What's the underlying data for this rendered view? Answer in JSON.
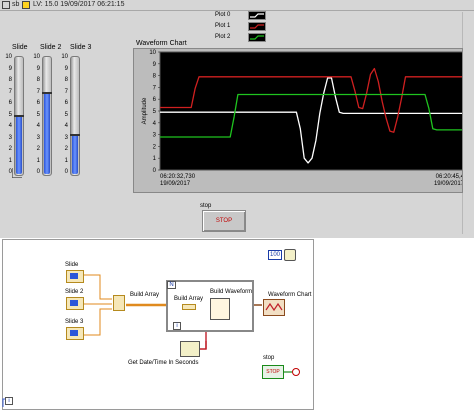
{
  "window": {
    "version_text": "LV: 15.0 19/09/2017 06:21:15",
    "menu_glyph": "sb"
  },
  "sliders": [
    {
      "name": "Slide",
      "value": 5.0
    },
    {
      "name": "Slide 2",
      "value": 7.0
    },
    {
      "name": "Slide 3",
      "value": 3.4
    }
  ],
  "slider_scale": [
    "10",
    "9",
    "8",
    "7",
    "6",
    "5",
    "4",
    "3",
    "2",
    "1",
    "0"
  ],
  "legend": {
    "items": [
      {
        "label": "Plot 0",
        "color": "#ffffff"
      },
      {
        "label": "Plot 1",
        "color": "#d02020"
      },
      {
        "label": "Plot 2",
        "color": "#1fc41f"
      }
    ]
  },
  "chart_data": {
    "type": "line",
    "title": "Waveform Chart",
    "ylabel": "Amplitude",
    "xlabel": "",
    "ylim": [
      0,
      10
    ],
    "yticks": [
      "10",
      "9",
      "8",
      "7",
      "6",
      "5",
      "4",
      "3",
      "2",
      "1",
      "0"
    ],
    "x_start": {
      "time": "06:20:32,730",
      "date": "19/09/2017"
    },
    "x_end": {
      "time": "06:20:45,4",
      "date": "19/09/2017"
    },
    "grid": false,
    "background": "#000000",
    "series": [
      {
        "name": "Plot 0",
        "color": "#ffffff",
        "values": [
          4.9,
          4.9,
          4.9,
          4.9,
          4.9,
          4.9,
          4.9,
          4.9,
          4.9,
          4.9,
          4.9,
          4.9,
          4.9,
          4.9,
          4.9,
          4.9,
          4.9,
          4.9,
          4.9,
          4.9,
          4.9,
          4.9,
          4.9,
          4.9,
          4.9,
          4.9,
          4.9,
          4.9,
          4.9,
          4.9,
          4.9,
          4.9,
          4.9,
          4.9,
          4.9,
          4.9,
          3.5,
          1.0,
          0.6,
          1.0,
          2.5,
          4.8,
          6.5,
          7.8,
          7.8,
          6.2,
          4.9,
          4.8,
          4.8,
          4.8,
          4.8,
          4.8,
          4.8,
          4.8,
          4.8,
          4.8,
          4.8,
          4.8,
          4.8,
          4.8,
          4.8,
          4.8,
          4.8,
          4.8,
          4.8,
          4.8,
          4.8,
          4.8,
          4.8,
          4.8,
          4.8,
          4.8,
          4.8,
          4.8,
          4.8,
          4.8,
          4.8,
          4.8,
          4.8
        ]
      },
      {
        "name": "Plot 1",
        "color": "#d02020",
        "values": [
          5.3,
          5.3,
          5.3,
          5.3,
          5.3,
          5.3,
          5.3,
          5.3,
          5.3,
          6.9,
          7.9,
          7.9,
          7.9,
          7.9,
          7.9,
          7.9,
          7.9,
          7.9,
          7.9,
          7.9,
          7.9,
          7.9,
          7.9,
          7.9,
          7.9,
          7.9,
          7.9,
          7.9,
          7.9,
          7.9,
          7.9,
          7.9,
          7.9,
          7.9,
          7.9,
          7.9,
          7.9,
          7.9,
          7.9,
          7.9,
          7.9,
          7.9,
          7.9,
          7.9,
          7.9,
          7.9,
          7.9,
          7.9,
          7.9,
          7.9,
          6.7,
          5.3,
          5.2,
          6.5,
          8.1,
          8.6,
          7.5,
          5.8,
          4.4,
          3.3,
          3.2,
          4.5,
          6.1,
          7.9,
          7.9,
          7.9,
          7.9,
          7.9,
          7.9,
          7.9,
          7.9,
          7.9,
          7.9,
          7.9,
          7.9,
          7.9,
          7.9,
          7.9,
          7.9
        ]
      },
      {
        "name": "Plot 2",
        "color": "#1fc41f",
        "values": [
          2.8,
          2.8,
          2.8,
          2.8,
          2.8,
          2.8,
          2.8,
          2.8,
          2.8,
          2.8,
          2.8,
          2.8,
          2.8,
          2.8,
          2.8,
          2.8,
          2.8,
          2.8,
          2.8,
          4.5,
          6.4,
          6.4,
          6.4,
          6.4,
          6.4,
          6.4,
          6.4,
          6.4,
          6.4,
          6.4,
          6.4,
          6.4,
          6.4,
          6.4,
          6.4,
          6.4,
          6.4,
          6.4,
          6.4,
          6.4,
          6.4,
          6.4,
          6.4,
          6.4,
          6.4,
          6.4,
          6.4,
          6.4,
          6.4,
          6.4,
          6.4,
          6.4,
          6.4,
          6.4,
          6.4,
          6.4,
          6.4,
          6.4,
          6.4,
          6.4,
          6.4,
          6.4,
          6.4,
          6.4,
          6.4,
          6.4,
          6.4,
          6.4,
          6.4,
          5.2,
          3.5,
          3.4,
          3.4,
          3.4,
          3.4,
          3.4,
          3.4,
          3.4,
          3.4
        ]
      }
    ]
  },
  "stop": {
    "caption": "stop",
    "label": "STOP"
  },
  "diagram": {
    "terminals": [
      "Slide",
      "Slide 2",
      "Slide 3"
    ],
    "build_array_outer": "Build Array",
    "build_array_inner": "Build Array",
    "build_waveform": "Build Waveform",
    "waveform_chart": "Waveform Chart",
    "get_date_time": "Get Date/Time In Seconds",
    "stop_label": "stop",
    "wait_constant": "100",
    "loop_count": "N",
    "loop_iter": "i",
    "outer_iter": "i",
    "stop_terminal": "STOP"
  }
}
